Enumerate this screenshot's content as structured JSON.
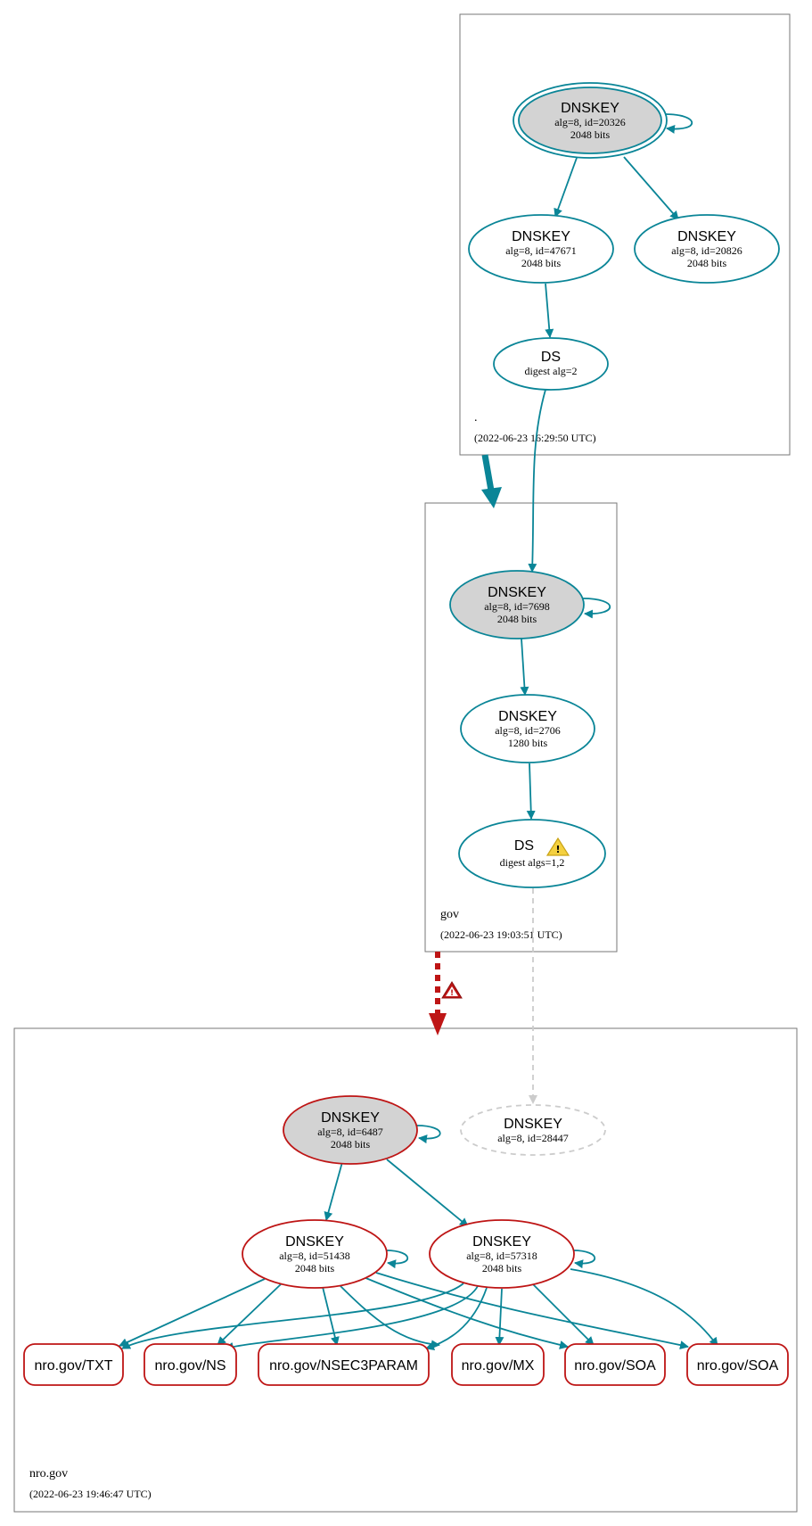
{
  "zones": {
    "root": {
      "name": ".",
      "timestamp": "(2022-06-23 16:29:50 UTC)"
    },
    "gov": {
      "name": "gov",
      "timestamp": "(2022-06-23 19:03:51 UTC)"
    },
    "nro_gov": {
      "name": "nro.gov",
      "timestamp": "(2022-06-23 19:46:47 UTC)"
    }
  },
  "nodes": {
    "root_ksk": {
      "type": "DNSKEY",
      "info": "alg=8, id=20326",
      "size": "2048 bits"
    },
    "root_zsk1": {
      "type": "DNSKEY",
      "info": "alg=8, id=47671",
      "size": "2048 bits"
    },
    "root_zsk2": {
      "type": "DNSKEY",
      "info": "alg=8, id=20826",
      "size": "2048 bits"
    },
    "root_ds": {
      "type": "DS",
      "info": "digest alg=2"
    },
    "gov_ksk": {
      "type": "DNSKEY",
      "info": "alg=8, id=7698",
      "size": "2048 bits"
    },
    "gov_zsk": {
      "type": "DNSKEY",
      "info": "alg=8, id=2706",
      "size": "1280 bits"
    },
    "gov_ds": {
      "type": "DS",
      "info": "digest algs=1,2"
    },
    "nro_ksk": {
      "type": "DNSKEY",
      "info": "alg=8, id=6487",
      "size": "2048 bits"
    },
    "nro_missing": {
      "type": "DNSKEY",
      "info": "alg=8, id=28447"
    },
    "nro_zsk1": {
      "type": "DNSKEY",
      "info": "alg=8, id=51438",
      "size": "2048 bits"
    },
    "nro_zsk2": {
      "type": "DNSKEY",
      "info": "alg=8, id=57318",
      "size": "2048 bits"
    }
  },
  "rrsets": [
    "nro.gov/TXT",
    "nro.gov/NS",
    "nro.gov/NSEC3PARAM",
    "nro.gov/MX",
    "nro.gov/SOA",
    "nro.gov/SOA"
  ],
  "colors": {
    "secure": "#0a8597",
    "bogus": "#be1515",
    "missing": "#cccccc",
    "ksk_fill": "#d3d3d3",
    "warning": "#f4d03f"
  },
  "icons": [
    "warning-icon",
    "error-icon"
  ]
}
